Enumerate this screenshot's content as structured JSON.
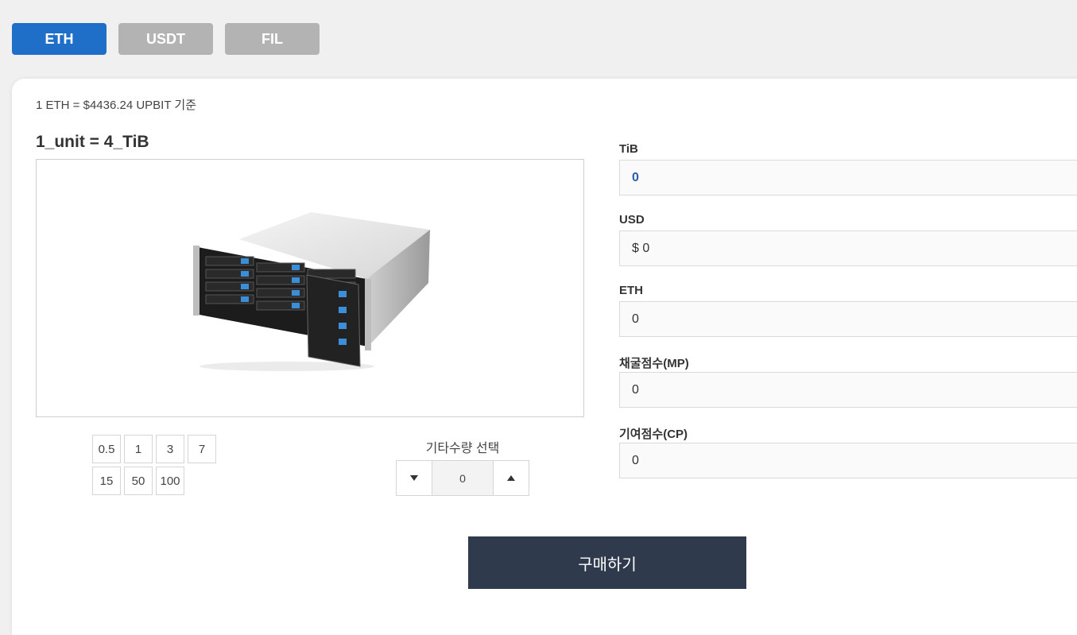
{
  "tabs": [
    {
      "label": "ETH",
      "active": true
    },
    {
      "label": "USDT",
      "active": false
    },
    {
      "label": "FIL",
      "active": false
    }
  ],
  "rate_text": "1 ETH = $4436.24 UPBIT 기준",
  "unit_title": "1_unit = 4_TiB",
  "quantity_options": {
    "row1": [
      "0.5",
      "1",
      "3",
      "7"
    ],
    "row2": [
      "15",
      "50",
      "100"
    ]
  },
  "other_quantity": {
    "label": "기타수량 선택",
    "value": "0",
    "decrement_icon": "triangle-down-icon",
    "increment_icon": "triangle-up-icon"
  },
  "fields": [
    {
      "label": "TiB",
      "value": "0"
    },
    {
      "label": "USD",
      "value": "$ 0"
    },
    {
      "label": "ETH",
      "value": "0"
    },
    {
      "label": "채굴점수(MP)",
      "value": "0"
    },
    {
      "label": "기여점수(CP)",
      "value": "0"
    }
  ],
  "buy_label": "구매하기",
  "colors": {
    "active_tab": "#1f6fc8",
    "inactive_tab": "#b3b3b3",
    "buy_button": "#2f3a4d",
    "tib_value": "#2a5caa"
  }
}
